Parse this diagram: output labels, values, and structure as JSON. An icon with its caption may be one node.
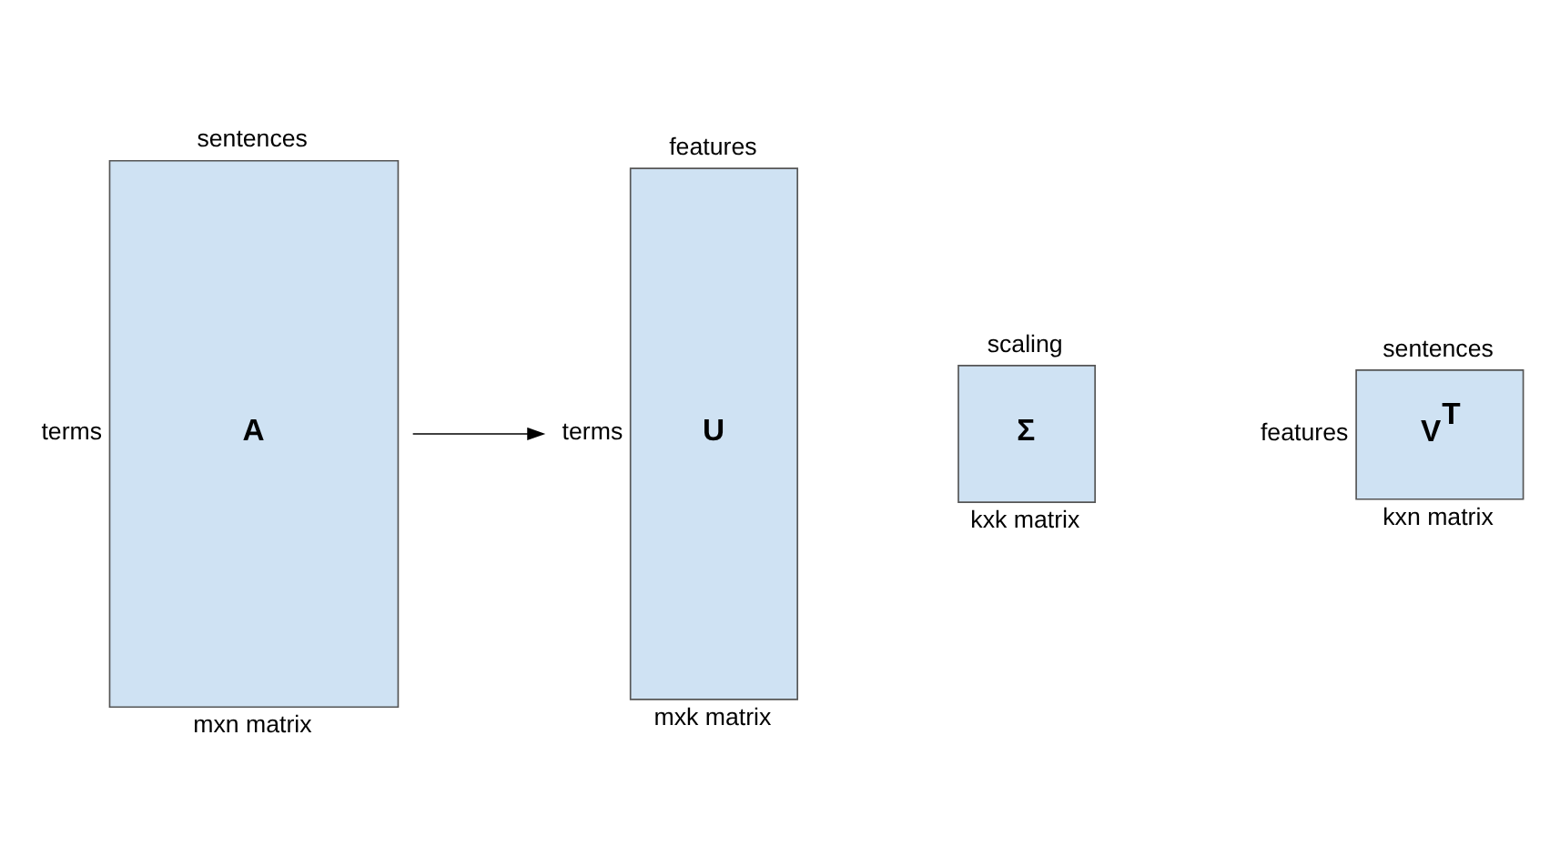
{
  "diagram": {
    "nodes": [
      {
        "text": [
          "A"
        ],
        "beside": [
          "sentences",
          "terms",
          "mxn matrix"
        ]
      },
      {
        "text": [
          "U"
        ],
        "beside": [
          "features",
          "terms",
          "mxk matrix"
        ]
      },
      {
        "text": [
          "Σ"
        ],
        "beside": [
          "scaling",
          "kxk matrix"
        ]
      },
      {
        "text": [
          "V$^{T}$"
        ],
        "beside": [
          "sentences",
          "features",
          "kxn matrix"
        ]
      }
    ],
    "edges": [
      {
        "from": 0,
        "to": 1,
        "arrow": "to"
      }
    ]
  }
}
